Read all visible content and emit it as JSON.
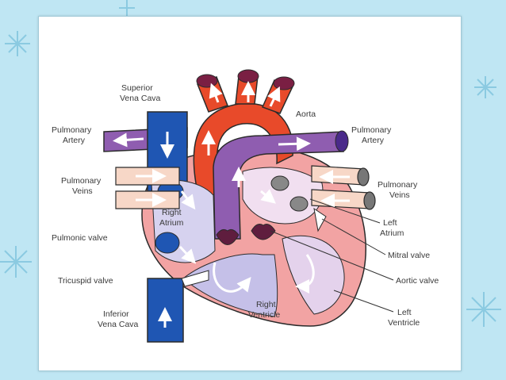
{
  "colors": {
    "background": "#bfe6f3",
    "vessel_blue": "#1f56b3",
    "vessel_red": "#e84a2a",
    "vessel_purple": "#8f5db0",
    "heart_wall": "#f2a3a3",
    "right_chamber": "#d6d2ef",
    "left_chamber": "#f1dff0",
    "valve": "#5f1d3e"
  },
  "labels": {
    "superior_vena_cava": [
      "Superior",
      "Vena Cava"
    ],
    "aorta": [
      "Aorta"
    ],
    "pulmonary_artery_left": [
      "Pulmonary",
      "Artery"
    ],
    "pulmonary_artery_right": [
      "Pulmonary",
      "Artery"
    ],
    "pulmonary_veins_left": [
      "Pulmonary",
      "Veins"
    ],
    "pulmonary_veins_right": [
      "Pulmonary",
      "Veins"
    ],
    "right_atrium": [
      "Right",
      "Atrium"
    ],
    "left_atrium": [
      "Left",
      "Atrium"
    ],
    "pulmonic_valve": [
      "Pulmonic valve"
    ],
    "mitral_valve": [
      "Mitral valve"
    ],
    "tricuspid_valve": [
      "Tricuspid valve"
    ],
    "aortic_valve": [
      "Aortic valve"
    ],
    "right_ventricle": [
      "Right",
      "Ventricle"
    ],
    "left_ventricle": [
      "Left",
      "Ventricle"
    ],
    "inferior_vena_cava": [
      "Inferior",
      "Vena Cava"
    ]
  }
}
